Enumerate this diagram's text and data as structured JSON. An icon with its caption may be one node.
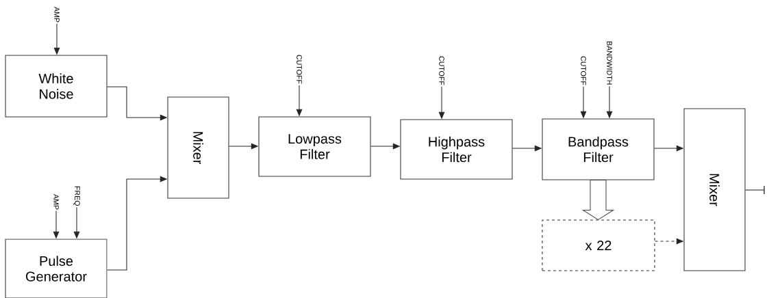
{
  "diagram": {
    "nodes": [
      {
        "text": [
          "White Noise"
        ]
      },
      {
        "text": [
          "Pulse Generator"
        ]
      },
      {
        "text": [
          "Mixer"
        ]
      },
      {
        "text": [
          "Lowpass Filter"
        ]
      },
      {
        "text": [
          "Highpass Filter"
        ]
      },
      {
        "text": [
          "Bandpass Filter"
        ]
      },
      {
        "text": [
          "x 22"
        ]
      },
      {
        "text": [
          "Mixer"
        ]
      },
      {
        "text": [
          "AMP"
        ]
      },
      {
        "text": [
          "AMP"
        ]
      },
      {
        "text": [
          "FREQ"
        ]
      },
      {
        "text": [
          "CUTOFF"
        ]
      },
      {
        "text": [
          "CUTOFF"
        ]
      },
      {
        "text": [
          "CUTOFF"
        ]
      },
      {
        "text": [
          "BANDWIDTH"
        ]
      }
    ],
    "edges": [
      {
        "from": 8,
        "to": 0,
        "arrow": "to"
      },
      {
        "from": 9,
        "to": 1,
        "arrow": "to"
      },
      {
        "from": 10,
        "to": 1,
        "arrow": "to"
      },
      {
        "from": 0,
        "to": 2,
        "arrow": "to"
      },
      {
        "from": 1,
        "to": 2,
        "arrow": "to"
      },
      {
        "from": 11,
        "to": 3,
        "arrow": "to"
      },
      {
        "from": 2,
        "to": 3,
        "arrow": "to"
      },
      {
        "from": 12,
        "to": 4,
        "arrow": "to"
      },
      {
        "from": 3,
        "to": 4,
        "arrow": "to"
      },
      {
        "from": 13,
        "to": 5,
        "arrow": "to"
      },
      {
        "from": 14,
        "to": 5,
        "arrow": "to"
      },
      {
        "from": 4,
        "to": 5,
        "arrow": "to"
      },
      {
        "from": 5,
        "to": 6,
        "arrow": "to",
        "style": "thick"
      },
      {
        "from": 5,
        "to": 7,
        "arrow": "to"
      },
      {
        "from": 6,
        "to": 7,
        "arrow": "to",
        "style": "dashed"
      },
      {
        "from": 7,
        "to": null,
        "arrow": "none"
      }
    ]
  }
}
